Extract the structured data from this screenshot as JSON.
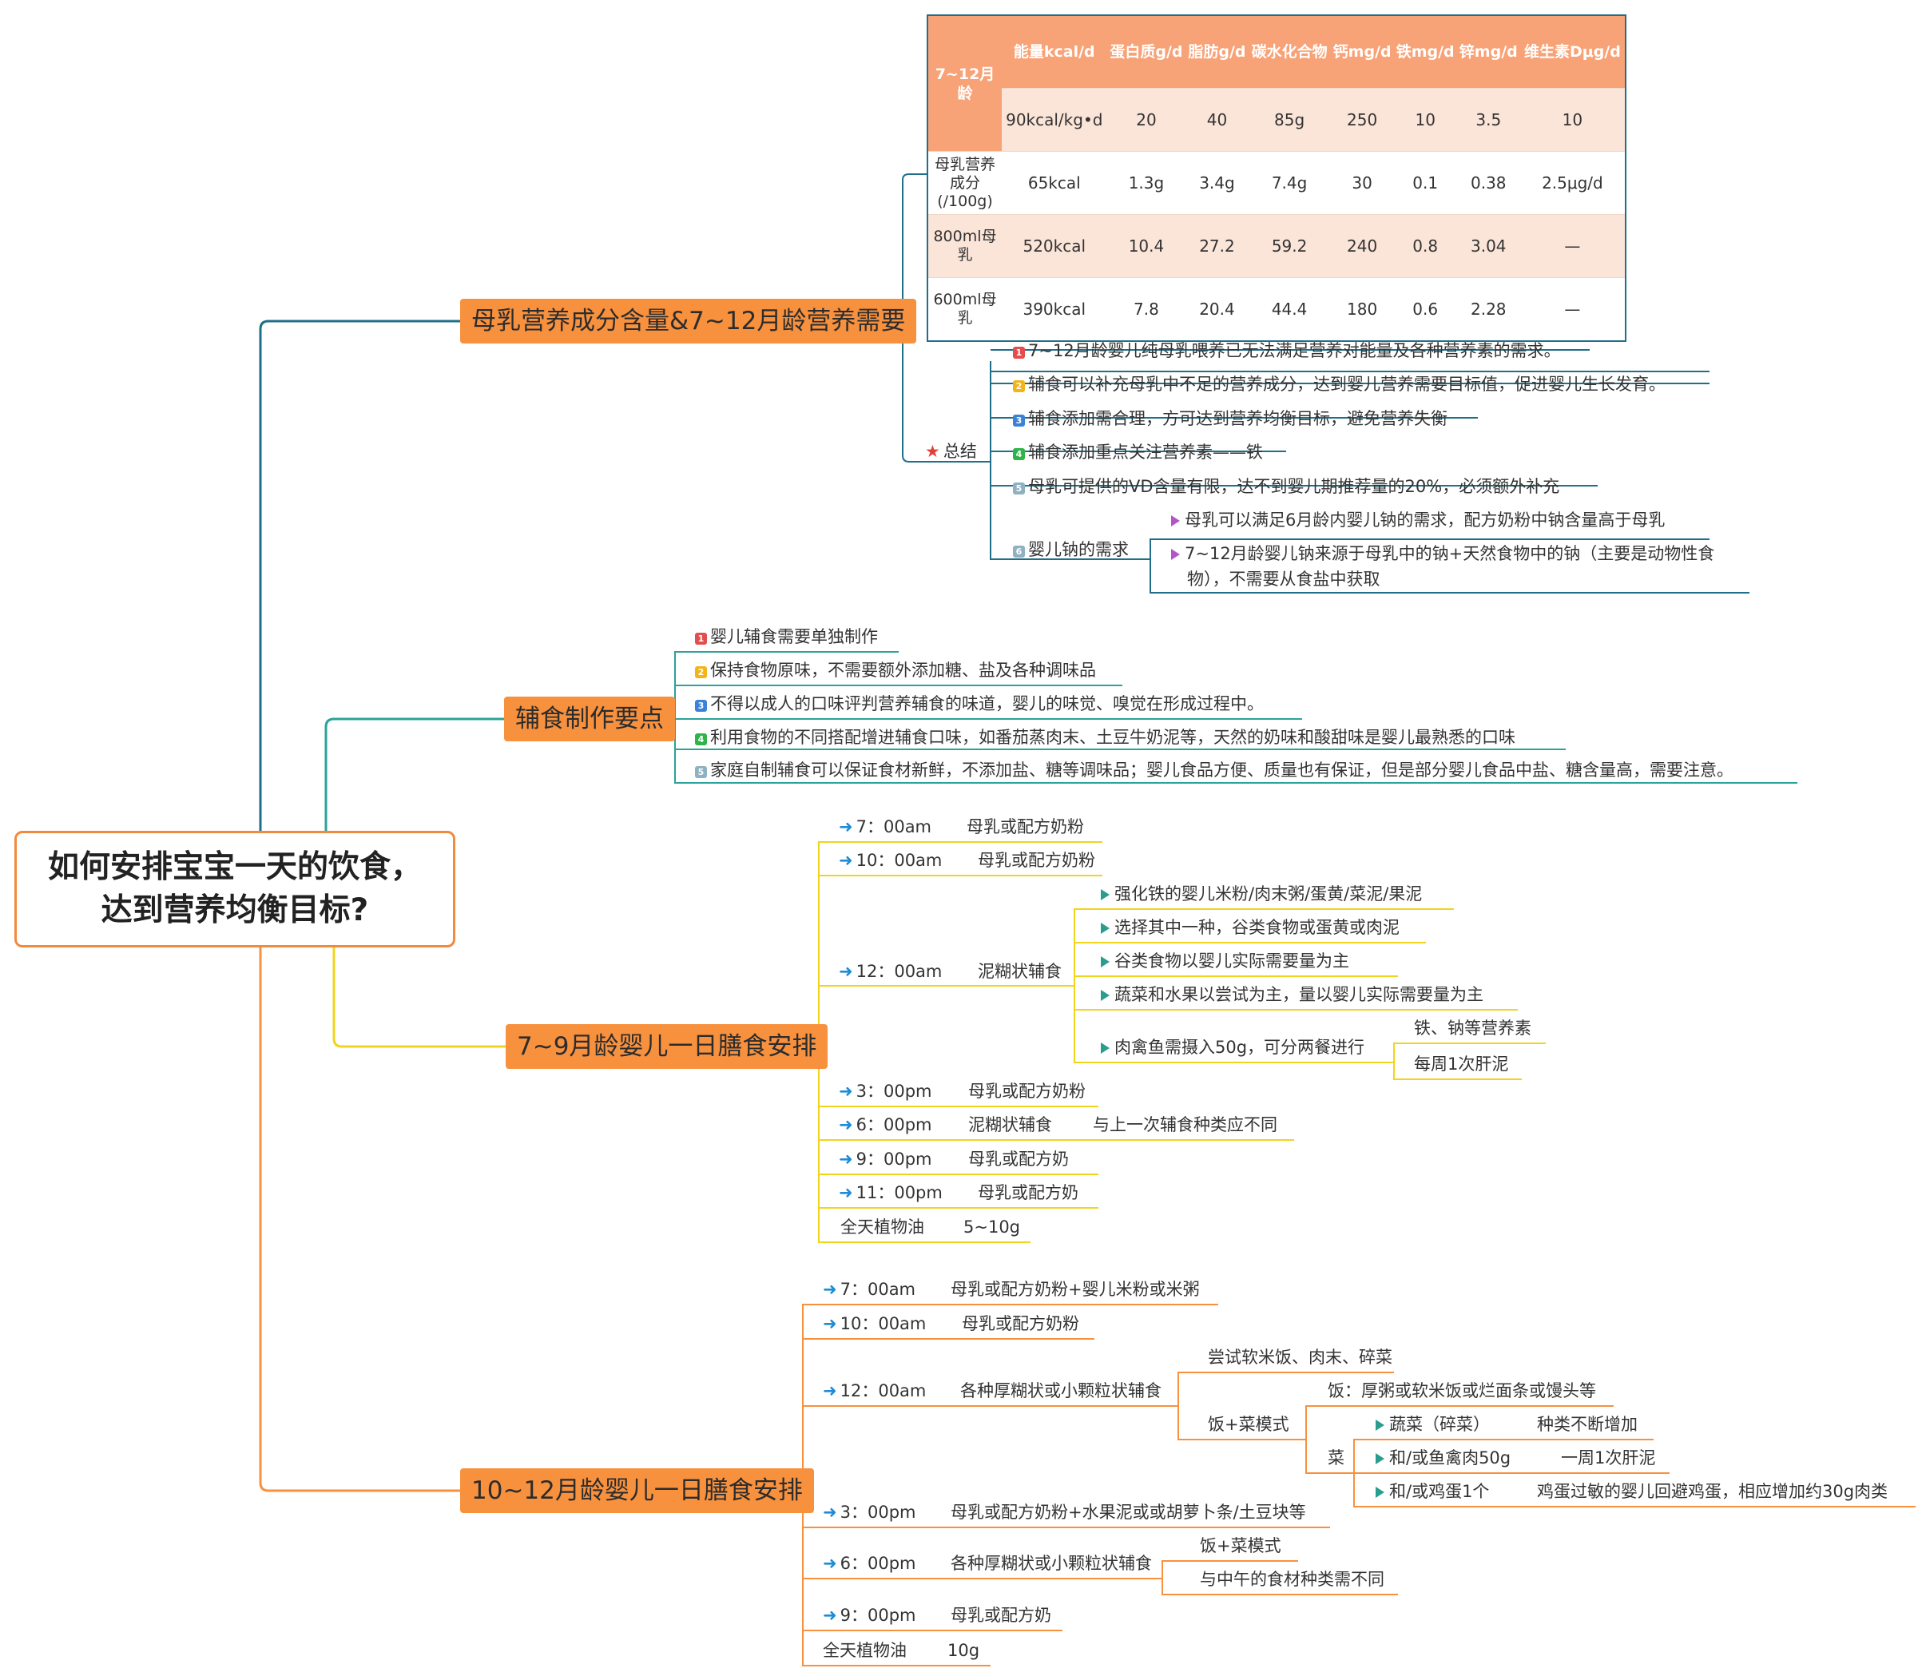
{
  "root": {
    "title_line1": "如何安排宝宝一天的饮食，",
    "title_line2": "达到营养均衡目标?"
  },
  "b1": {
    "label": "母乳营养成分含量&7~12月龄营养需要",
    "table": {
      "corner": "7~12月龄",
      "headers": [
        "能量kcal/d",
        "蛋白质g/d",
        "脂肪g/d",
        "碳水化合物",
        "钙mg/d",
        "铁mg/d",
        "锌mg/d",
        "维生素Dμg/d"
      ],
      "rows": [
        {
          "label": "",
          "cells": [
            "90kcal/kg•d",
            "20",
            "40",
            "85g",
            "250",
            "10",
            "3.5",
            "10"
          ]
        },
        {
          "label": "母乳营养成分(/100g)",
          "cells": [
            "65kcal",
            "1.3g",
            "3.4g",
            "7.4g",
            "30",
            "0.1",
            "0.38",
            "2.5μg/d"
          ]
        },
        {
          "label": "800ml母乳",
          "cells": [
            "520kcal",
            "10.4",
            "27.2",
            "59.2",
            "240",
            "0.8",
            "3.04",
            "—"
          ]
        },
        {
          "label": "600ml母乳",
          "cells": [
            "390kcal",
            "7.8",
            "20.4",
            "44.4",
            "180",
            "0.6",
            "2.28",
            "—"
          ]
        }
      ]
    },
    "summary_label": "总结",
    "summary": [
      "7~12月龄婴儿纯母乳喂养已无法满足营养对能量及各种营养素的需求。",
      "辅食可以补充母乳中不足的营养成分，达到婴儿营养需要目标值，促进婴儿生长发育。",
      "辅食添加需合理，方可达到营养均衡目标，避免营养失衡",
      "辅食添加重点关注营养素——铁",
      "母乳可提供的VD含量有限，达不到婴儿期推荐量的20%，必须额外补充",
      "婴儿钠的需求"
    ],
    "sodium": [
      "母乳可以满足6月龄内婴儿钠的需求，配方奶粉中钠含量高于母乳",
      "7~12月龄婴儿钠来源于母乳中的钠+天然食物中的钠（主要是动物性食",
      "物），不需要从食盐中获取"
    ]
  },
  "b2": {
    "label": "辅食制作要点",
    "items": [
      "婴儿辅食需要单独制作",
      "保持食物原味，不需要额外添加糖、盐及各种调味品",
      "不得以成人的口味评判营养辅食的味道，婴儿的味觉、嗅觉在形成过程中。",
      "利用食物的不同搭配增进辅食口味，如番茄蒸肉末、土豆牛奶泥等，天然的奶味和酸甜味是婴儿最熟悉的口味",
      "家庭自制辅食可以保证食材新鲜，不添加盐、糖等调味品；婴儿食品方便、质量也有保证，但是部分婴儿食品中盐、糖含量高，需要注意。"
    ]
  },
  "b3": {
    "label": "7~9月龄婴儿一日膳食安排",
    "t700": "7：00am",
    "t700v": "母乳或配方奶粉",
    "t1000": "10：00am",
    "t1000v": "母乳或配方奶粉",
    "t1200": "12：00am",
    "t1200v": "泥糊状辅食",
    "sub": [
      "强化铁的婴儿米粉/肉末粥/蛋黄/菜泥/果泥",
      "选择其中一种，谷类食物或蛋黄或肉泥",
      "谷类食物以婴儿实际需要量为主",
      "蔬菜和水果以尝试为主，量以婴儿实际需要量为主",
      "肉禽鱼需摄入50g，可分两餐进行"
    ],
    "meat1": "铁、钠等营养素",
    "meat2": "每周1次肝泥",
    "t300": "3：00pm",
    "t300v": "母乳或配方奶粉",
    "t600": "6：00pm",
    "t600v": "泥糊状辅食",
    "t600n": "与上一次辅食种类应不同",
    "t900": "9：00pm",
    "t900v": "母乳或配方奶",
    "t1100": "11：00pm",
    "t1100v": "母乳或配方奶",
    "oil": "全天植物油",
    "oilv": "5~10g"
  },
  "b4": {
    "label": "10~12月龄婴儿一日膳食安排",
    "t700": "7：00am",
    "t700v": "母乳或配方奶粉+婴儿米粉或米粥",
    "t1000": "10：00am",
    "t1000v": "母乳或配方奶粉",
    "t1200": "12：00am",
    "t1200v": "各种厚糊状或小颗粒状辅食",
    "try": "尝试软米饭、肉末、碎菜",
    "mode": "饭+菜模式",
    "rice": "饭：厚粥或软米饭或烂面条或馒头等",
    "veg": "菜",
    "v1": "蔬菜（碎菜）",
    "v1n": "种类不断增加",
    "v2": "和/或鱼禽肉50g",
    "v2n": "一周1次肝泥",
    "v3": "和/或鸡蛋1个",
    "v3n": "鸡蛋过敏的婴儿回避鸡蛋，相应增加约30g肉类",
    "t300": "3：00pm",
    "t300v": "母乳或配方奶粉+水果泥或或胡萝卜条/土豆块等",
    "t600": "6：00pm",
    "t600v": "各种厚糊状或小颗粒状辅食",
    "t600a": "饭+菜模式",
    "t600b": "与中午的食材种类需不同",
    "t900": "9：00pm",
    "t900v": "母乳或配方奶",
    "oil": "全天植物油",
    "oilv": "10g"
  },
  "colors": {
    "orange": "#f8913e",
    "teal": "#1f6f8b",
    "green": "#2aa39a",
    "yellow": "#f1d51c",
    "tableHeader": "#f8a277",
    "n1": "#e34d4d",
    "n2": "#f2b418",
    "n3": "#3b82d6",
    "n4": "#2fb34a",
    "n5": "#8fb1c2",
    "n6": "#8fb1c2"
  }
}
